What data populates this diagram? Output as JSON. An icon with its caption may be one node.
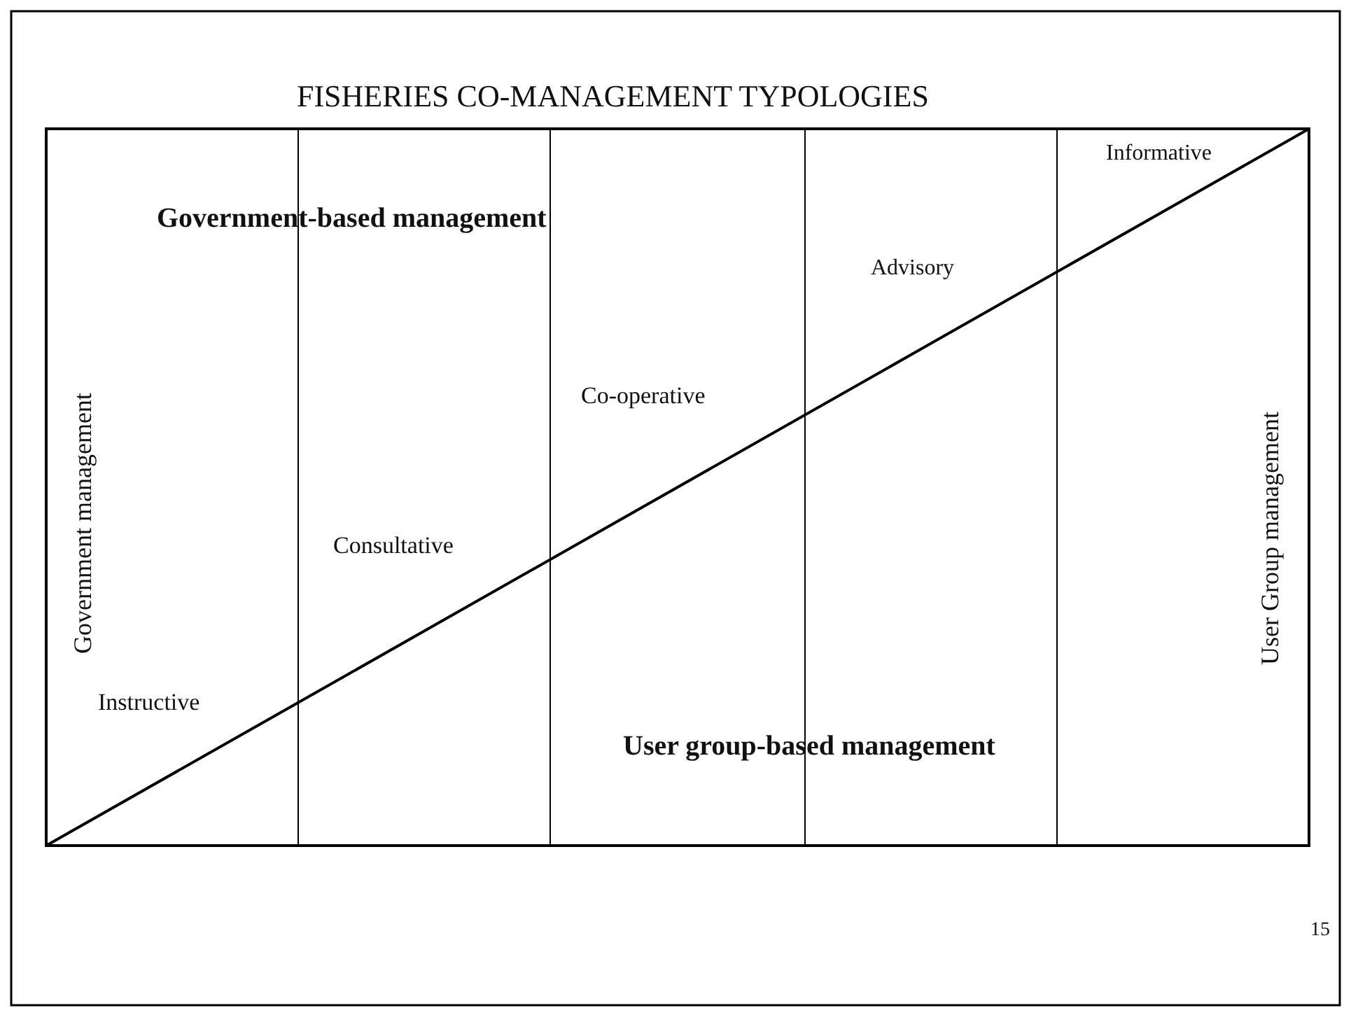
{
  "diagram": {
    "title": "FISHERIES CO-MANAGEMENT TYPOLOGIES",
    "labels": [
      "Informative",
      "Government-based management",
      "Advisory",
      "Government management",
      "User Group management",
      "Co-operative",
      "Consultative",
      "Instructive",
      "User group-based management",
      "15"
    ]
  }
}
